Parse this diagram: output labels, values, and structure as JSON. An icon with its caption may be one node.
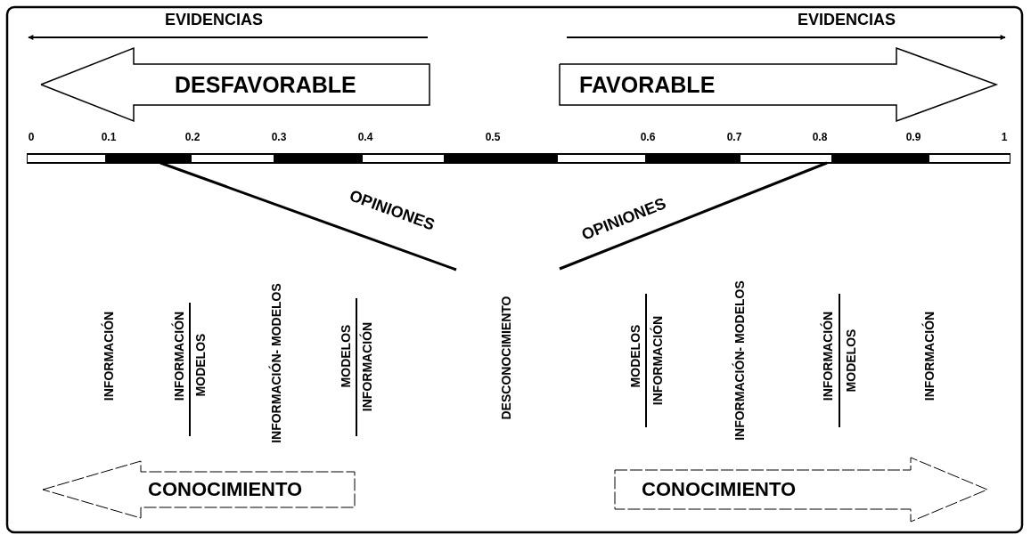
{
  "diagram": {
    "nodes": [
      {
        "text": [
          "DESFAVORABLE"
        ]
      },
      {
        "text": [
          "FAVORABLE"
        ]
      },
      {
        "text": [
          "CONOCIMIENTO"
        ]
      },
      {
        "text": [
          "CONOCIMIENTO"
        ]
      }
    ],
    "labels": [
      "EVIDENCIAS",
      "EVIDENCIAS",
      "0",
      "0.1",
      "0.2",
      "0.3",
      "0.4",
      "0.5",
      "0.6",
      "0.7",
      "0.8",
      "0.9",
      "1",
      "OPINIONES",
      "OPINIONES",
      "INFORMACIÓN",
      "INFORMACIÓN",
      "MODELOS",
      "INFORMACIÓN- MODELOS",
      "MODELOS",
      "INFORMACIÓN",
      "DESCONOCIMIENTO",
      "MODELOS",
      "INFORMACIÓN",
      "INFORMACIÓN- MODELOS",
      "INFORMACIÓN",
      "MODELOS",
      "INFORMACIÓN"
    ]
  }
}
